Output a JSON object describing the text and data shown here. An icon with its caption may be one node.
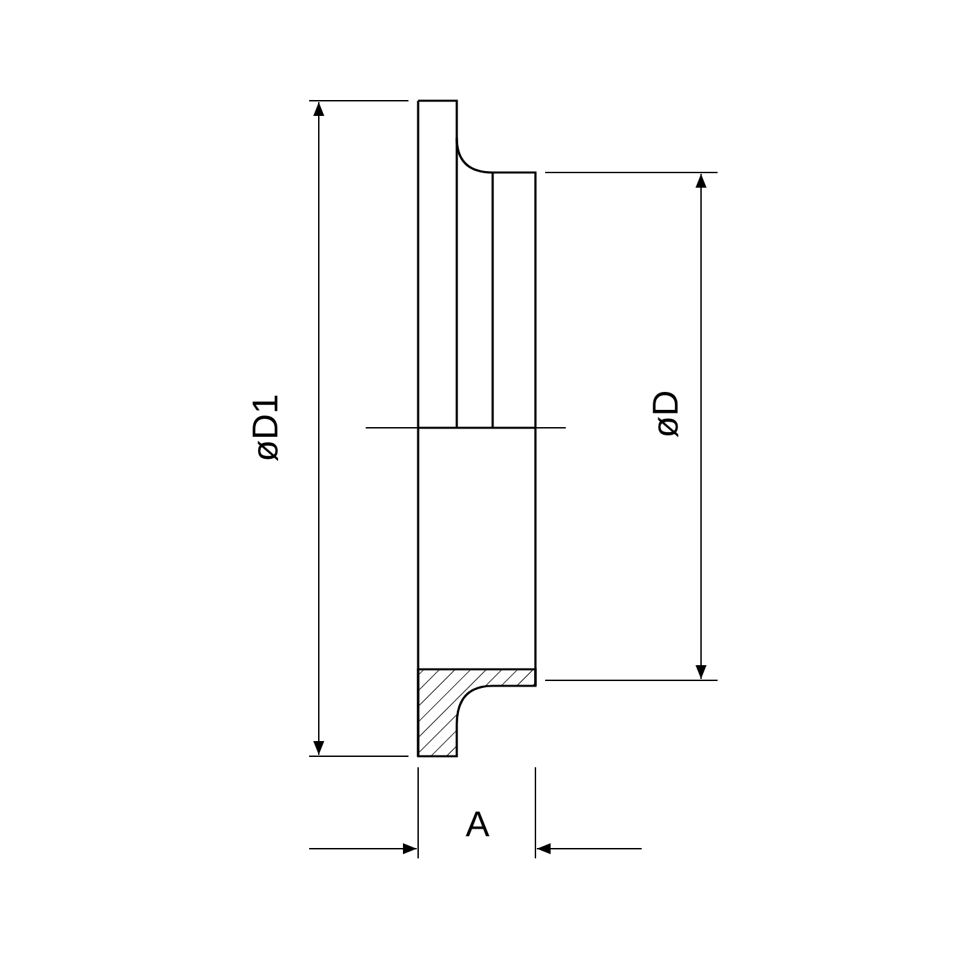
{
  "diagram": {
    "labels": [
      "øD1",
      "øD",
      "A"
    ]
  }
}
